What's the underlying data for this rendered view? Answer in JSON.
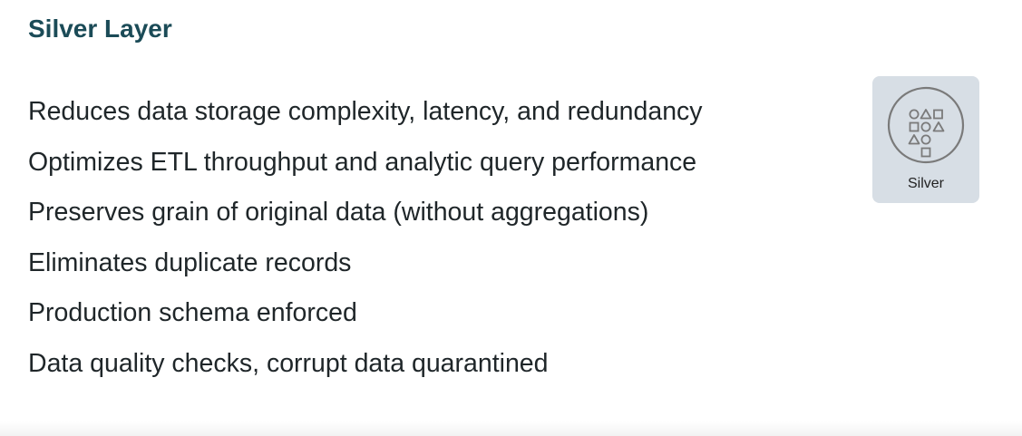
{
  "slide": {
    "title": "Silver Layer",
    "bullets": [
      "Reduces data storage complexity, latency, and redundancy",
      "Optimizes ETL throughput and analytic query performance",
      "Preserves grain of original data (without aggregations)",
      "Eliminates duplicate records",
      "Production schema enforced",
      "Data quality checks, corrupt data quarantined"
    ]
  },
  "badge": {
    "label": "Silver",
    "icon": "shapes-circle-icon",
    "background_color": "#d7dee5"
  },
  "colors": {
    "title": "#1b4b57",
    "text": "#1f2629"
  }
}
